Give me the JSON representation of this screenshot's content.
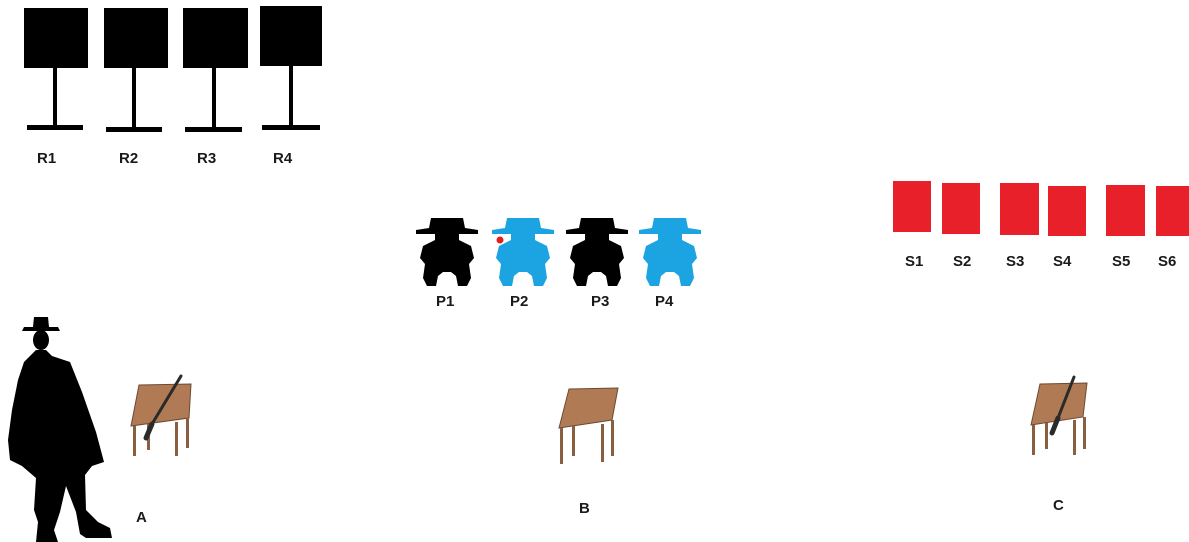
{
  "rifle_targets": {
    "labels": [
      "R1",
      "R2",
      "R3",
      "R4"
    ],
    "color": "#000000"
  },
  "pistol_targets": {
    "labels": [
      "P1",
      "P2",
      "P3",
      "P4"
    ],
    "colors": [
      "#000000",
      "#1ca3e2",
      "#000000",
      "#1ca3e2"
    ],
    "marker_color": "#e0201b"
  },
  "shotgun_targets": {
    "labels": [
      "S1",
      "S2",
      "S3",
      "S4",
      "S5",
      "S6"
    ],
    "color": "#e8202a"
  },
  "stations": {
    "labels": [
      "A",
      "B",
      "C"
    ],
    "table_color": "#b07a55",
    "table_edge_color": "#6b4a33"
  },
  "icons": {
    "shooter": "cowboy-silhouette-icon",
    "rifle": "rifle-icon",
    "table": "table-icon"
  }
}
